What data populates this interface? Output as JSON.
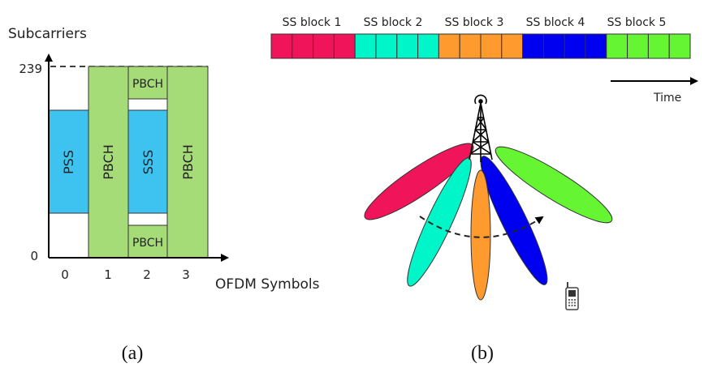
{
  "panel_a": {
    "y_axis_label": "Subcarriers",
    "x_axis_label": "OFDM Symbols",
    "y_ticks": [
      "239",
      "0"
    ],
    "x_ticks": [
      "0",
      "1",
      "2",
      "3"
    ],
    "blocks": [
      {
        "label": "PSS",
        "symbol": 0,
        "color": "#3ec3f0"
      },
      {
        "label": "PBCH",
        "symbol": 1,
        "color": "#a6dc78"
      },
      {
        "label": "SSS",
        "symbol": 2,
        "color": "#3ec3f0"
      },
      {
        "label": "PBCH",
        "symbol": 3,
        "color": "#a6dc78"
      },
      {
        "label": "PBCH",
        "symbol": 2,
        "position": "top",
        "color": "#a6dc78"
      },
      {
        "label": "PBCH",
        "symbol": 2,
        "position": "bottom",
        "color": "#a6dc78"
      }
    ],
    "caption": "(a)"
  },
  "panel_b": {
    "blocks": [
      {
        "label": "SS block 1",
        "color": "#f0145a"
      },
      {
        "label": "SS block 2",
        "color": "#00f5c8"
      },
      {
        "label": "SS block 3",
        "color": "#ff9a2e"
      },
      {
        "label": "SS block 4",
        "color": "#0000f0"
      },
      {
        "label": "SS block 5",
        "color": "#66f532"
      }
    ],
    "time_label": "Time",
    "caption": "(b)"
  }
}
